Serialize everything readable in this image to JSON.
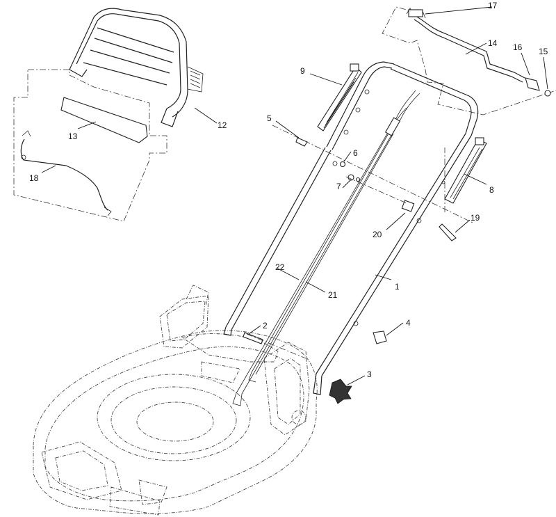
{
  "callouts": {
    "p1": "1",
    "p2": "2",
    "p3": "3",
    "p4": "4",
    "p5": "5",
    "p6": "6",
    "p7": "7",
    "p8": "8",
    "p9": "9",
    "p12": "12",
    "p13": "13",
    "p14": "14",
    "p15": "15",
    "p16": "16",
    "p17": "17",
    "p18": "18",
    "p19": "19",
    "p20": "20",
    "p21": "21",
    "p22": "22"
  }
}
